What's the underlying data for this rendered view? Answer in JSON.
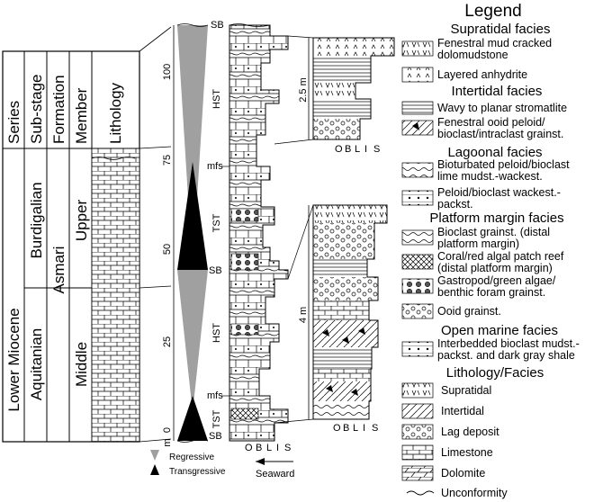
{
  "strat_columns": {
    "headers": [
      "Series",
      "Sub-stage",
      "Formation",
      "Member",
      "Lithology"
    ],
    "series": "Lower Miocene",
    "substages": [
      "Burdigalian",
      "Aquitanian"
    ],
    "formation": "Asmari",
    "members": [
      "Upper",
      "Middle"
    ]
  },
  "scale": {
    "ticks": [
      "100",
      "75",
      "50",
      "25",
      "0"
    ],
    "unit": "m"
  },
  "sequence_labels": {
    "sb_top": "SB",
    "hst_upper": "HST",
    "mfs_upper": "mfs",
    "tst_upper": "TST",
    "sb_mid": "SB",
    "hst_lower": "HST",
    "mfs_lower": "mfs",
    "tst_lower": "TST",
    "sb_bottom": "SB"
  },
  "texture_axis": {
    "letters": [
      "O",
      "B",
      "L",
      "I",
      "S"
    ],
    "seaward": "Seaward"
  },
  "cycle_legend": {
    "regressive": "Regressive",
    "transgressive": "Transgressive"
  },
  "zooms": {
    "upper_scale": "2.5 m",
    "lower_scale": "4 m"
  },
  "legend": {
    "title": "Legend",
    "groups": [
      {
        "heading": "Supratidal facies",
        "items": [
          "Fenestral mud cracked dolomudstone",
          "Layered anhydrite"
        ]
      },
      {
        "heading": "Intertidal facies",
        "items": [
          "Wavy to planar stromatlite",
          "Fenestral ooid peloid/ bioclast/intraclast grainst."
        ]
      },
      {
        "heading": "Lagoonal facies",
        "items": [
          "Bioturbated peloid/bioclast lime mudst.-wackest.",
          "Peloid/bioclast wackest.- packst."
        ]
      },
      {
        "heading": "Platform margin facies",
        "items": [
          "Bioclast grainst. (distal platform margin)",
          "Coral/red algal patch reef (distal platform margin)",
          "Gastropod/green algae/ benthic foram grainst.",
          "Ooid grainst."
        ]
      },
      {
        "heading": "Open marine facies",
        "items": [
          "Interbedded bioclast mudst.- packst. and dark gray shale"
        ]
      },
      {
        "heading": "Lithology/Facies",
        "items": [
          "Supratidal",
          "Intertidal",
          "Lag deposit",
          "Limestone",
          "Dolomite"
        ]
      }
    ],
    "unconformity": "Unconformity"
  }
}
